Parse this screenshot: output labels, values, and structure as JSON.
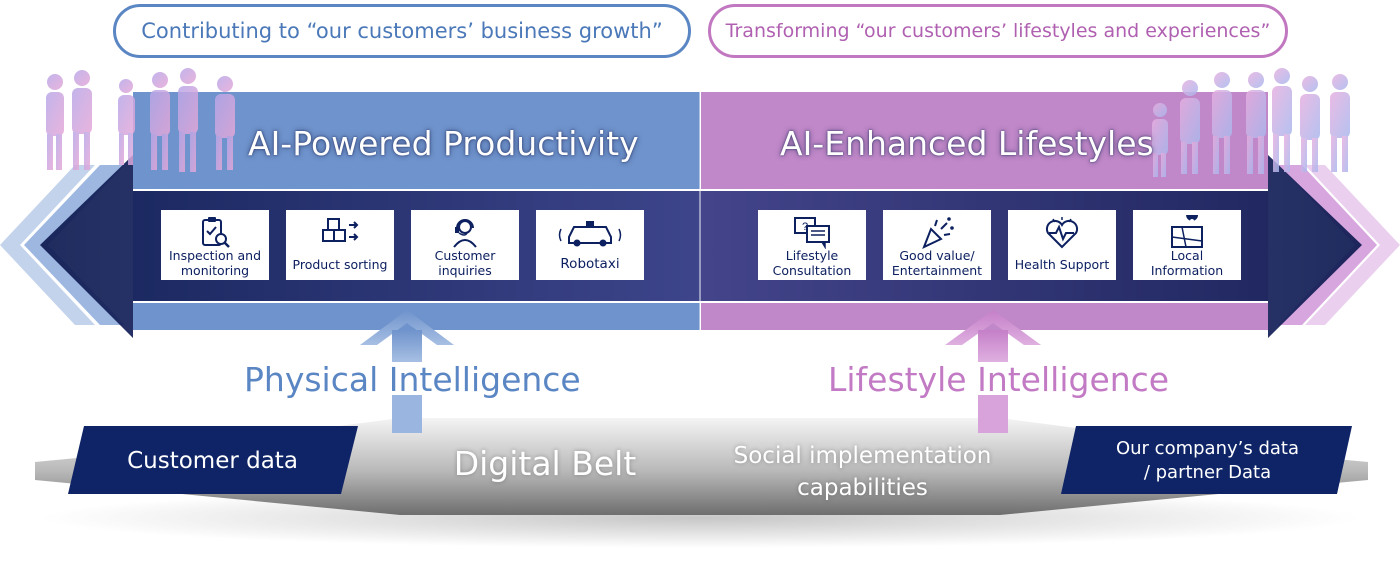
{
  "header": {
    "left_pill": "Contributing to “our customers’ business growth”",
    "right_pill": "Transforming “our customers’ lifestyles and experiences”"
  },
  "left_band": {
    "title": "AI-Powered Productivity",
    "color": "#6f93cc",
    "cards": [
      {
        "label": "Inspection and\nmonitoring",
        "icon": "clipboard-magnifier-icon"
      },
      {
        "label": "Product sorting",
        "icon": "boxes-arrows-icon"
      },
      {
        "label": "Customer\ninquiries",
        "icon": "headset-agent-icon"
      },
      {
        "label": "Robotaxi",
        "icon": "autonomous-car-icon"
      }
    ]
  },
  "right_band": {
    "title": "AI-Enhanced Lifestyles",
    "color": "#c088c8",
    "cards": [
      {
        "label": "Lifestyle\nConsultation",
        "icon": "chat-bubbles-icon"
      },
      {
        "label": "Good value/\nEntertainment",
        "icon": "party-popper-icon"
      },
      {
        "label": "Health Support",
        "icon": "heart-pulse-icon"
      },
      {
        "label": "Local\nInformation",
        "icon": "map-pin-icon"
      }
    ]
  },
  "intelligence": {
    "left": "Physical Intelligence",
    "right": "Lifestyle Intelligence"
  },
  "belt": {
    "customer_data": "Customer data",
    "title": "Digital Belt",
    "capabilities": "Social implementation\ncapabilities",
    "company_data": "Our company’s data\n/ partner Data"
  },
  "colors": {
    "navy": "#0d2268",
    "blue_accent": "#5a86c4",
    "purple_accent": "#c27ac4"
  }
}
